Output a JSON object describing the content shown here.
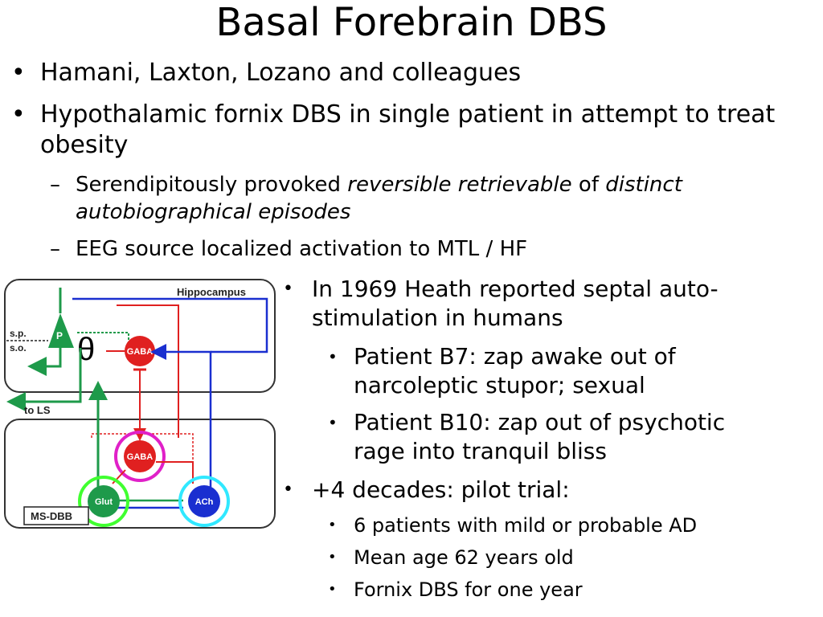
{
  "slide": {
    "title": "Basal Forebrain DBS",
    "bullets": [
      {
        "text": "Hamani, Laxton, Lozano and colleagues"
      },
      {
        "text": "Hypothalamic fornix DBS in single patient in attempt to treat obesity"
      }
    ],
    "sub_bullets": [
      {
        "parts": {
          "p1": "Serendipitously provoked ",
          "p2": "reversible retrievable",
          "p3": " of ",
          "p4": "distinct autobiographical episodes"
        }
      },
      {
        "text": "EEG source localized activation to MTL / HF"
      }
    ],
    "right_column": {
      "b1": "In 1969 Heath reported septal auto-stimulation in humans",
      "b1_sub": [
        "Patient B7: zap awake out of narcoleptic stupor; sexual",
        "Patient B10: zap out of psychotic rage into tranquil bliss"
      ],
      "b2": "+4 decades: pilot trial:",
      "b2_sub": [
        "6 patients with mild or probable AD",
        "Mean age 62 years old",
        "Fornix DBS for one year"
      ]
    },
    "bullet_char": "•",
    "dash_char": "–"
  },
  "diagram": {
    "hippocampus_label": "Hippocampus",
    "sp_label": "s.p.",
    "so_label": "s.o.",
    "to_ls_label": "to LS",
    "msdbb_label": "MS-DBB",
    "p_label": "P",
    "theta": "θ",
    "gaba_top": "GABA",
    "gaba_mid": "GABA",
    "glut": "Glut",
    "ach": "ACh",
    "colors": {
      "green": "#1e9a4a",
      "red": "#e02020",
      "blue": "#1a2fd0",
      "magenta": "#e020c8",
      "lime": "#40ff30",
      "cyan": "#30e8ff"
    }
  }
}
